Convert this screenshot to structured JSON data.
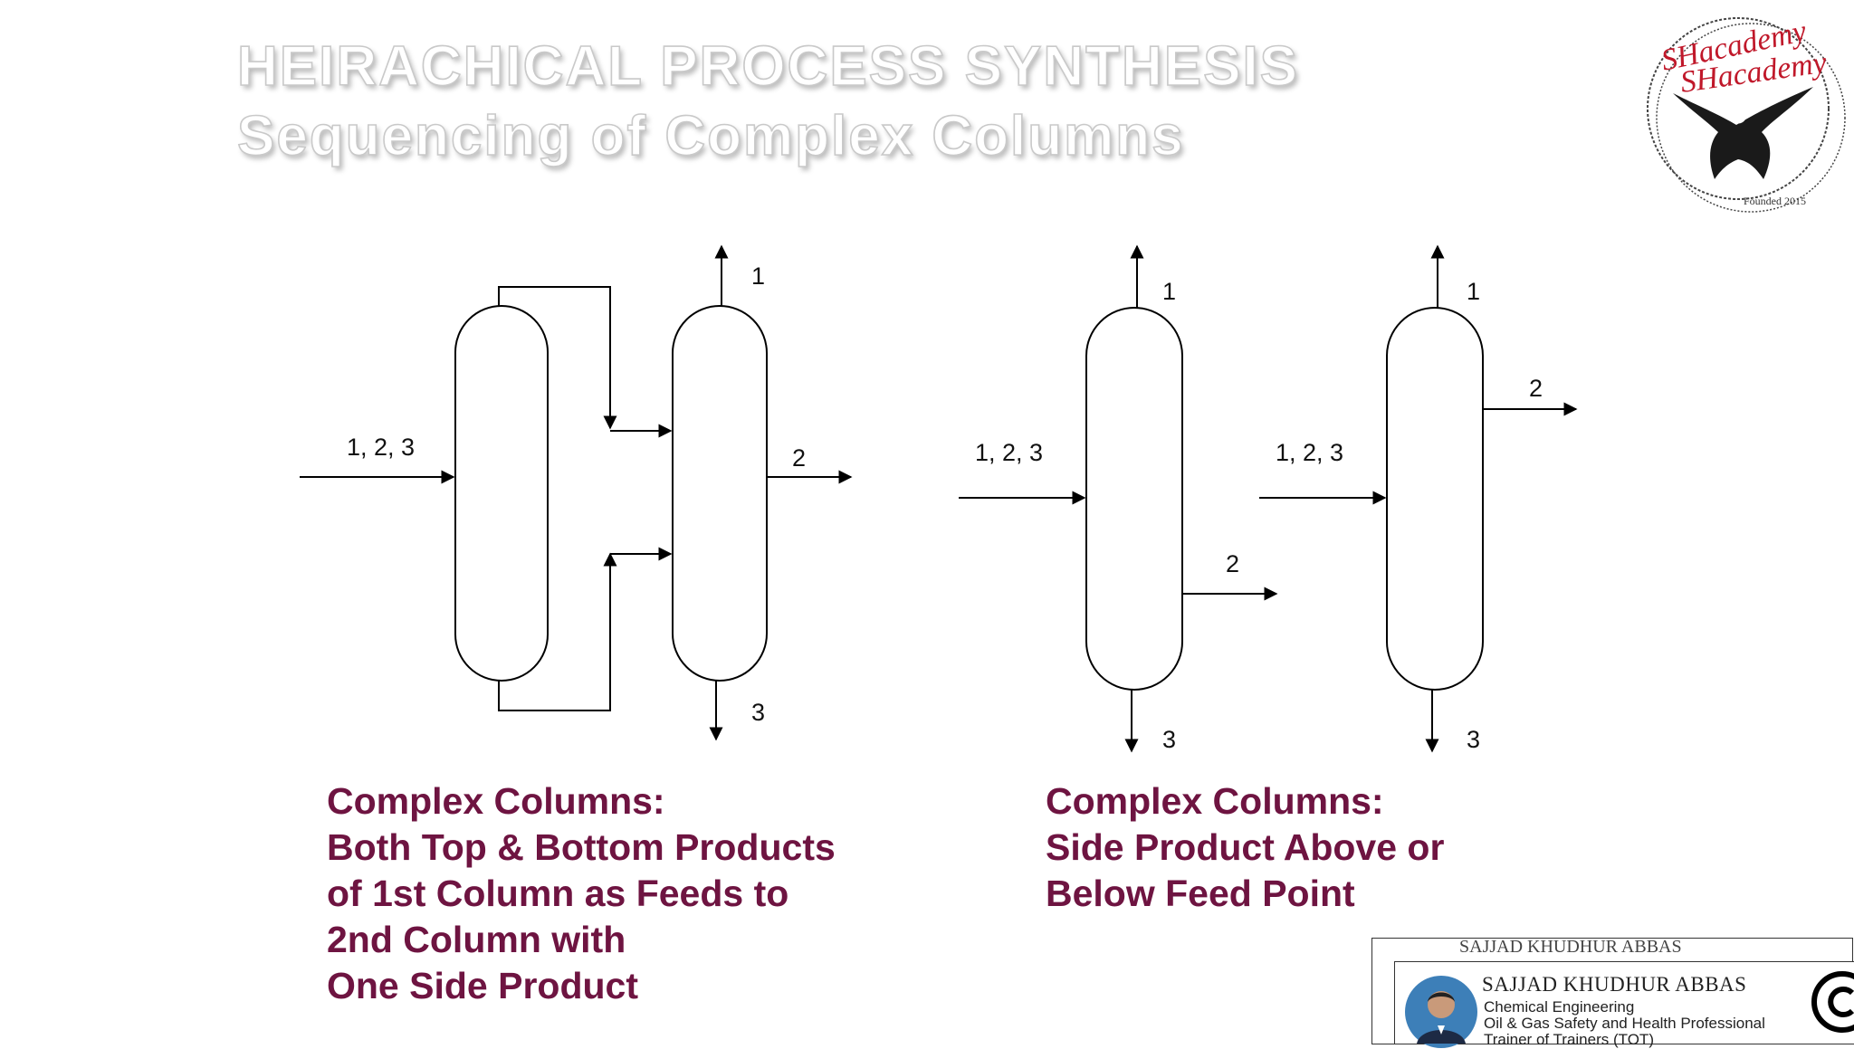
{
  "header": {
    "title": "HEIRACHICAL PROCESS SYNTHESIS",
    "subtitle": "Sequencing of Complex Columns"
  },
  "diagram_left": {
    "feed_label": "1, 2, 3",
    "top_label": "1",
    "side_label": "2",
    "bottom_label": "3"
  },
  "diagram_mid": {
    "feed_label": "1, 2, 3",
    "top_label": "1",
    "side_label": "2",
    "bottom_label": "3"
  },
  "diagram_right": {
    "feed_label": "1, 2, 3",
    "top_label": "1",
    "side_label": "2",
    "bottom_label": "3"
  },
  "captions": {
    "left": [
      "Complex Columns:",
      "Both Top & Bottom Products",
      "of 1st Column as Feeds to",
      "2nd Column with",
      "One Side Product"
    ],
    "right": [
      "Complex Columns:",
      "Side Product Above or",
      "Below Feed Point"
    ]
  },
  "logo": {
    "text_line1": "SHacademy",
    "text_line2": "SHacademy",
    "founded": "Founded 2015"
  },
  "presenter_card": {
    "name": "SAJJAD KHUDHUR ABBAS",
    "line1": "Chemical Engineering",
    "line2": "Oil & Gas Safety and Health Professional",
    "line3": "Trainer of Trainers (TOT)"
  },
  "colors": {
    "caption": "#6e1441",
    "logo_red": "#c0182a"
  }
}
